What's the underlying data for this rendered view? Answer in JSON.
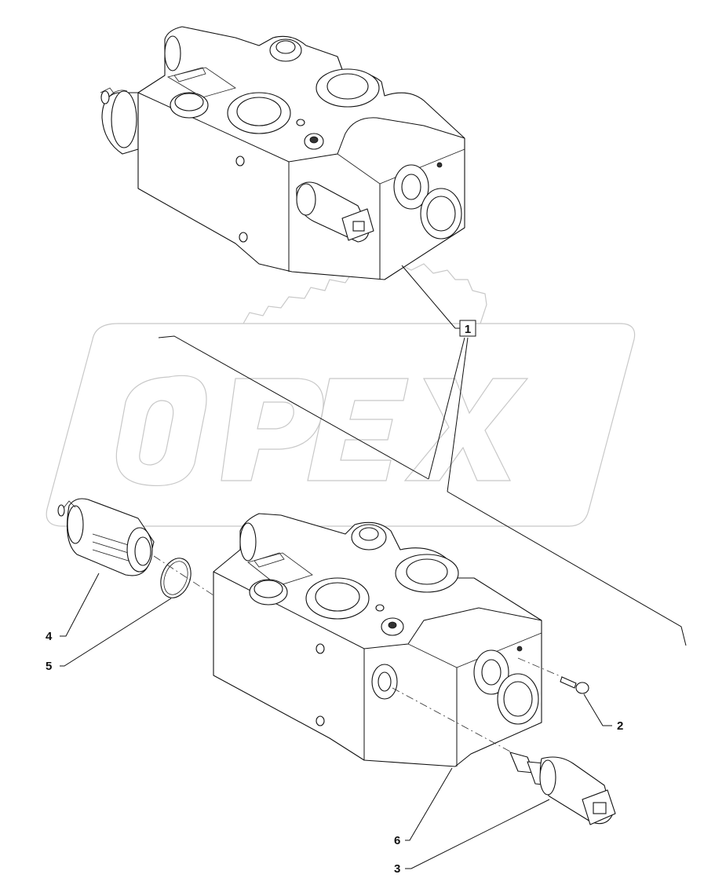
{
  "diagram": {
    "watermark": "OPEX",
    "reference_box_label": "1",
    "callouts": [
      {
        "id": "callout-2",
        "label": "2"
      },
      {
        "id": "callout-3",
        "label": "3"
      },
      {
        "id": "callout-4",
        "label": "4"
      },
      {
        "id": "callout-5",
        "label": "5"
      },
      {
        "id": "callout-6",
        "label": "6"
      }
    ]
  }
}
